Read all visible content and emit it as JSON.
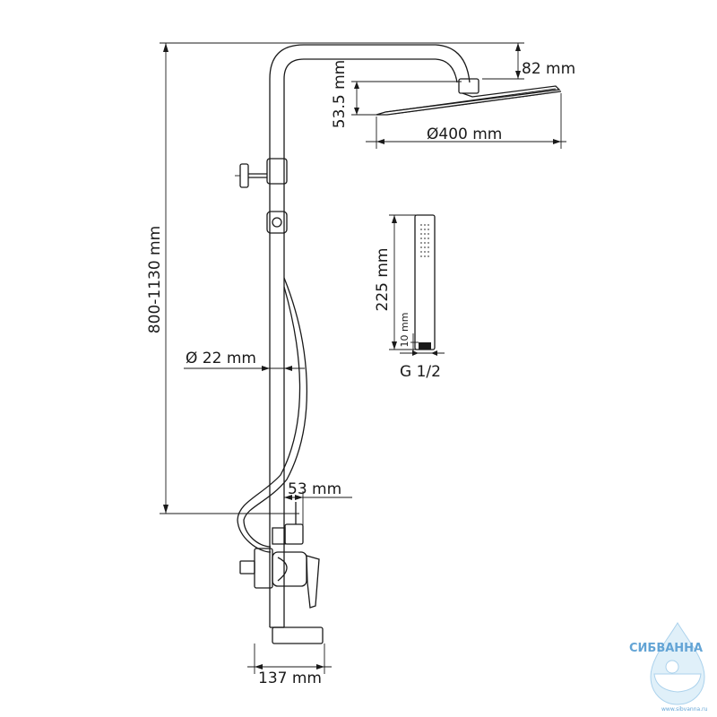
{
  "dimensions": {
    "total_height": "800-1130 mm",
    "arm_drop": "82 mm",
    "head_thickness": "53.5 mm",
    "head_diameter": "Ø400 mm",
    "pipe_diameter": "Ø 22 mm",
    "bracket_offset": "53 mm",
    "mixer_depth": "137 mm",
    "hand_shower_length": "225 mm",
    "hand_shower_neck": "10 mm",
    "hand_shower_thread": "G 1/2"
  },
  "watermark": {
    "brand": "СИБВАННА",
    "url": "www.sibvanna.ru",
    "color": "#2f86c8"
  }
}
